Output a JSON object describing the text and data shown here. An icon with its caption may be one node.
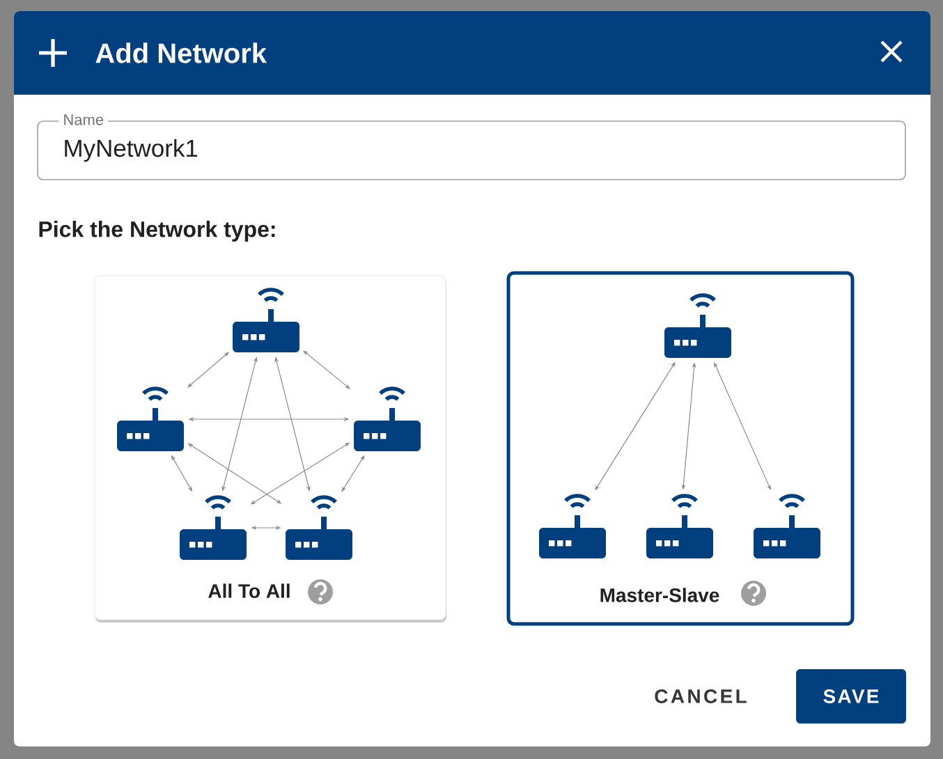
{
  "diagram": {
    "title": "Add Network",
    "nodes": [
      {
        "text": [
          "All To All"
        ]
      },
      {
        "text": [],
        "shape": "picture",
        "in": 0
      },
      {
        "text": [],
        "shape": "picture",
        "in": 0
      },
      {
        "text": [],
        "shape": "picture",
        "in": 0
      },
      {
        "text": [],
        "shape": "picture",
        "in": 0
      },
      {
        "text": [],
        "shape": "picture",
        "in": 0
      },
      {
        "text": [
          "Master-Slave"
        ]
      },
      {
        "text": [],
        "shape": "picture",
        "in": 6
      },
      {
        "text": [],
        "shape": "picture",
        "in": 6
      },
      {
        "text": [],
        "shape": "picture",
        "in": 6
      },
      {
        "text": [],
        "shape": "picture",
        "in": 6
      }
    ],
    "edges": [
      {
        "from": 1,
        "to": 2,
        "arrow": "both"
      },
      {
        "from": 1,
        "to": 3,
        "arrow": "both"
      },
      {
        "from": 2,
        "to": 3,
        "arrow": "both"
      },
      {
        "from": 2,
        "to": 4,
        "arrow": "both"
      },
      {
        "from": 3,
        "to": 5,
        "arrow": "both"
      },
      {
        "from": 4,
        "to": 5,
        "arrow": "both"
      },
      {
        "from": 1,
        "to": 4,
        "arrow": "both"
      },
      {
        "from": 1,
        "to": 5,
        "arrow": "both"
      },
      {
        "from": 2,
        "to": 5,
        "arrow": "both"
      },
      {
        "from": 3,
        "to": 4,
        "arrow": "both"
      },
      {
        "from": 7,
        "to": 8,
        "arrow": "both"
      },
      {
        "from": 7,
        "to": 9,
        "arrow": "both"
      },
      {
        "from": 7,
        "to": 10,
        "arrow": "both"
      }
    ],
    "labels": [
      "Name",
      "MyNetwork1",
      "Pick the Network type:",
      "CANCEL",
      "SAVE"
    ]
  }
}
